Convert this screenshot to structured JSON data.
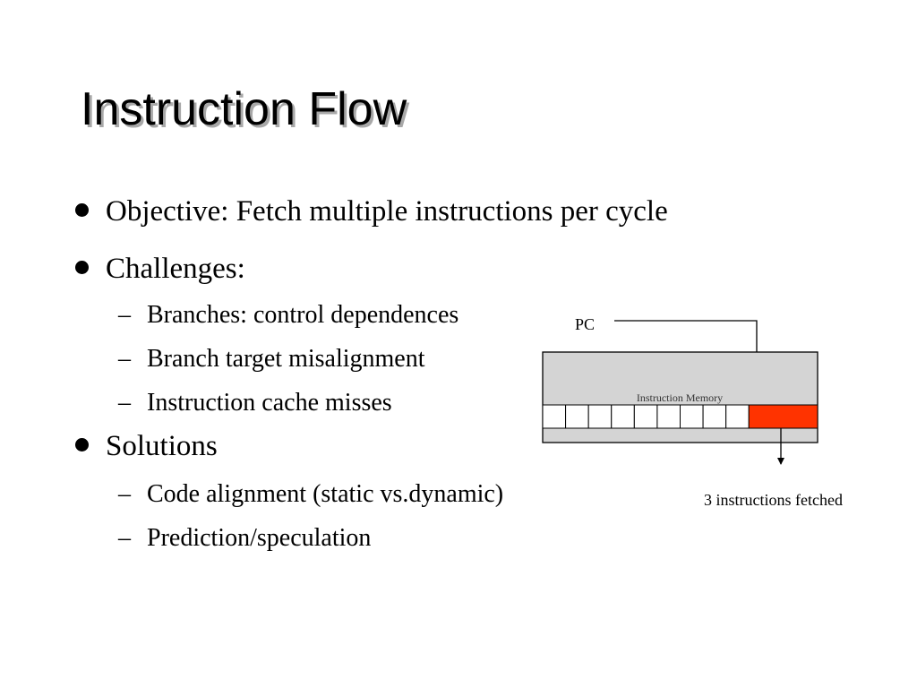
{
  "slide": {
    "title": "Instruction Flow",
    "bullets": [
      {
        "level": 1,
        "text": "Objective: Fetch multiple instructions per cycle"
      },
      {
        "level": 1,
        "text": "Challenges:"
      },
      {
        "level": 2,
        "text": "Branches: control dependences"
      },
      {
        "level": 2,
        "text": "Branch target misalignment"
      },
      {
        "level": 2,
        "text": "Instruction cache misses"
      },
      {
        "level": 1,
        "text": "Solutions"
      },
      {
        "level": 2,
        "text": "Code alignment (static vs.dynamic)"
      },
      {
        "level": 2,
        "text": "Prediction/speculation"
      }
    ],
    "bullet_symbol": "●",
    "sub_bullet_symbol": "–"
  },
  "diagram": {
    "pc_label": "PC",
    "memory_label": "Instruction Memory",
    "fetched_label": "3 instructions fetched",
    "memory_fill_color": "#d4d4d4",
    "fetched_color": "#ff3300",
    "outline_color": "#000000",
    "slot_count": 12,
    "fetched_slot_count": 3
  }
}
